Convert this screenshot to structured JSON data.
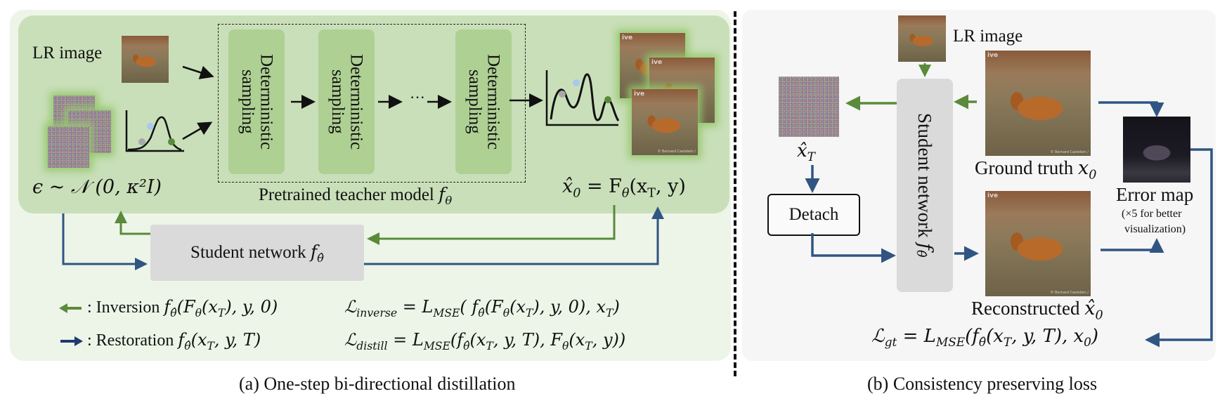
{
  "panel_a": {
    "caption": "(a) One-step bi-directional distillation",
    "lr_image_label": "LR image",
    "noise_label": "ϵ ∼ 𝒩 (0, κ²I)",
    "teacher_label": "Pretrained teacher model",
    "teacher_symbol": "f",
    "teacher_sub": "θ",
    "sampling_blocks": [
      {
        "label": "Deterministic sampling"
      },
      {
        "label": "Deterministic sampling"
      },
      {
        "label": "Deterministic sampling"
      }
    ],
    "ellipsis": "···",
    "output_eq": {
      "lhs": "x̂",
      "lhs_sub": "0",
      "eq": " = F",
      "f_sub": "θ",
      "args": "(x",
      "args_sub": "T",
      "args_end": ", y)"
    },
    "student_label": "Student network",
    "student_symbol": "f",
    "student_sub": "θ̂",
    "legend": [
      {
        "arrow": "inversion-arrow",
        "color": "#5a8a3a",
        "text": ": Inversion",
        "func": "f",
        "func_sub": "θ̂",
        "args": "(F",
        "args_sub1": "θ",
        "args_mid": "(x",
        "args_sub2": "T",
        "args_end": "), y, 0)",
        "loss_symbol": "ℒ",
        "loss_sub": "inverse",
        "loss_eq": " = L",
        "loss_sub2": "MSE",
        "loss_body": "( f",
        "loss_body_sub": "θ̂",
        "loss_tail": "(F",
        "loss_tail_sub": "θ",
        "loss_tail2": "(x",
        "loss_tail2_sub": "T",
        "loss_tail3": "), y, 0), x",
        "loss_tail3_sub": "T",
        "loss_end": ")"
      },
      {
        "arrow": "restoration-arrow",
        "color": "#2f5583",
        "text": ": Restoration",
        "func": "f",
        "func_sub": "θ̂",
        "args": "(x",
        "args_sub1": "T",
        "args_mid": ", y, T)",
        "args_sub2": "",
        "args_end": "",
        "loss_symbol": "ℒ",
        "loss_sub": "distill",
        "loss_eq": " = L",
        "loss_sub2": "MSE",
        "loss_body": "(f",
        "loss_body_sub": "θ̂",
        "loss_tail": "(x",
        "loss_tail_sub": "T",
        "loss_tail2": ", y, T), F",
        "loss_tail2_sub": "θ",
        "loss_tail3": "(x",
        "loss_tail3_sub": "T",
        "loss_end": ", y))"
      }
    ],
    "image_watermark": "ive",
    "image_credit": "© Bernard Castelein /"
  },
  "panel_b": {
    "caption": "(b) Consistency preserving loss",
    "lr_image_label": "LR image",
    "noise_label": "x̂",
    "noise_sub": "T",
    "detach_label": "Detach",
    "student_label": "Student network",
    "student_symbol": "f",
    "student_sub": "θ̂",
    "gt_label": "Ground truth",
    "gt_symbol": "x",
    "gt_sub": "0",
    "recon_label": "Reconstructed",
    "recon_symbol": "x̂",
    "recon_sub": "0",
    "error_label": "Error map",
    "error_note_1": "(×5 for better",
    "error_note_2": "visualization)",
    "loss": {
      "symbol": "ℒ",
      "sub": "gt",
      "eq": " =  L",
      "sub2": "MSE",
      "body": "(f",
      "body_sub": "θ̂",
      "args": "(x",
      "args_sub": "T",
      "args2": ", y, T), x",
      "args2_sub": "0",
      "end": ")"
    },
    "image_watermark": "ive",
    "image_credit": "© Bernard Castelein /"
  },
  "colors": {
    "inversion": "#5a8a3a",
    "restoration": "#2f5583",
    "panel_a_outer": "#edf5e8",
    "panel_a_inner": "#c9dfb9",
    "sampling_block": "#aed093",
    "student_box": "#dadada",
    "panel_b": "#f6f6f6",
    "dot_gray": "#a8a8a8",
    "dot_blue": "#a9c8ec",
    "dot_green": "#5a8a3a"
  }
}
